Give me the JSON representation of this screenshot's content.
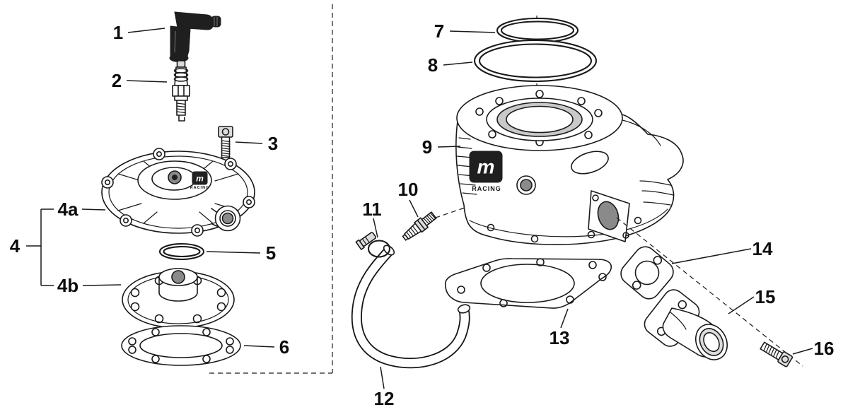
{
  "figure": {
    "type": "exploded-parts-diagram",
    "colors": {
      "line": "#1a1a1a",
      "background": "#ffffff",
      "dark": "#1f1f1f"
    }
  },
  "logo": {
    "letter": "m",
    "text": "RACING"
  },
  "labels": {
    "n1": "1",
    "n2": "2",
    "n3": "3",
    "n4": "4",
    "n4a": "4a",
    "n4b": "4b",
    "n5": "5",
    "n6": "6",
    "n7": "7",
    "n8": "8",
    "n9": "9",
    "n10": "10",
    "n11": "11",
    "n12": "12",
    "n13": "13",
    "n14": "14",
    "n15": "15",
    "n16": "16"
  }
}
